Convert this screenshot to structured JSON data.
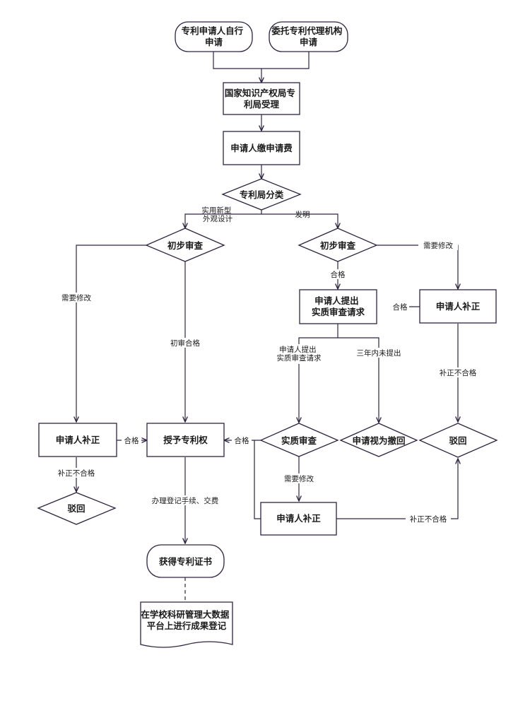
{
  "nodes": {
    "self_apply": [
      "专利申请人自行",
      "申请"
    ],
    "agency_apply": [
      "委托专利代理机构",
      "申请"
    ],
    "cnipa_accept": [
      "国家知识产权局专",
      "利局受理"
    ],
    "pay_fee": [
      "申请人缴申请费"
    ],
    "classify": [
      "专利局分类"
    ],
    "prelim_left": [
      "初步审查"
    ],
    "prelim_right": [
      "初步审查"
    ],
    "request_exam": [
      "申请人提出",
      "实质审查请求"
    ],
    "correct_right": [
      "申请人补正"
    ],
    "correct_left": [
      "申请人补正"
    ],
    "grant": [
      "授予专利权"
    ],
    "substantive_exam": [
      "实质审查"
    ],
    "deemed_withdrawn": [
      "申请视为撤回"
    ],
    "reject_right": [
      "驳回"
    ],
    "reject_left": [
      "驳回"
    ],
    "correct_bottom": [
      "申请人补正"
    ],
    "certificate": [
      "获得专利证书"
    ],
    "register": [
      "在学校科研管理大数据",
      "平台上进行成果登记"
    ]
  },
  "edges": {
    "utility_design": [
      "实用新型",
      "外观设计"
    ],
    "invention": "发明",
    "need_modify_left": "需要修改",
    "prelim_pass": "初审合格",
    "pass_right_down": "合格",
    "need_modify_right": "需要修改",
    "pass_correct_to_request": "合格",
    "request_submitted": [
      "申请人提出",
      "实质审查请求"
    ],
    "not_in_three_years": "三年内未提出",
    "correct_fail_right": "补正不合格",
    "pass_correct_to_grant": "合格",
    "pass_exam_to_grant": "合格",
    "correct_fail_left": "补正不合格",
    "need_modify_exam": "需要修改",
    "correct_fail_bottom": "补正不合格",
    "register_pay": "办理登记手续、交费"
  }
}
